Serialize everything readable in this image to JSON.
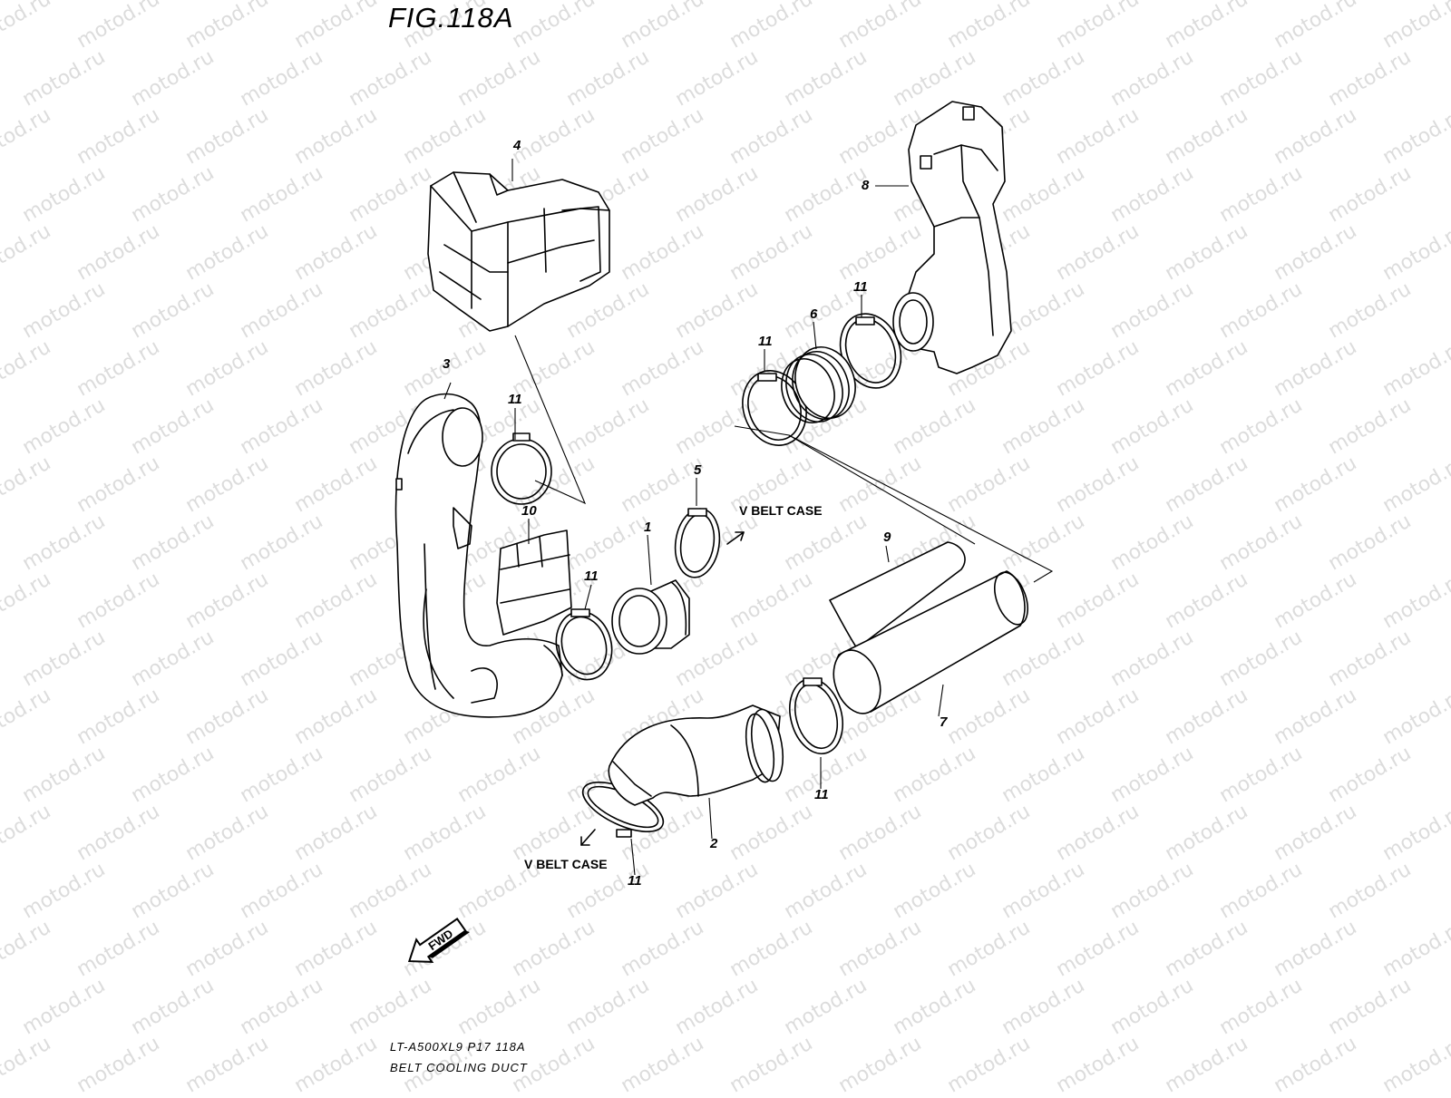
{
  "figure": {
    "title": "FIG.118A",
    "model_code": "LT-A500XL9  P17  118A",
    "caption": "BELT COOLING DUCT"
  },
  "watermark": "motod.ru",
  "direction_labels": {
    "v_belt_case_upper": "V BELT CASE",
    "v_belt_case_lower": "V BELT CASE",
    "fwd": "FWD"
  },
  "callouts": {
    "c4": "4",
    "c8": "8",
    "c3": "3",
    "c11_a": "11",
    "c11_b": "11",
    "c11_c": "11",
    "c11_d": "11",
    "c11_e": "11",
    "c11_f": "11",
    "c6": "6",
    "c10": "10",
    "c5": "5",
    "c1": "1",
    "c9": "9",
    "c7": "7",
    "c2": "2"
  }
}
